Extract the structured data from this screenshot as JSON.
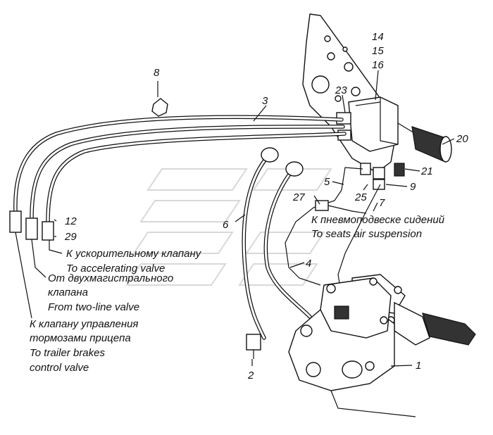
{
  "callouts": {
    "n1": "1",
    "n2": "2",
    "n3": "3",
    "n4": "4",
    "n5": "5",
    "n6": "6",
    "n7": "7",
    "n8": "8",
    "n9": "9",
    "n12": "12",
    "n14": "14",
    "n15": "15",
    "n16": "16",
    "n20": "20",
    "n21": "21",
    "n23": "23",
    "n25": "25",
    "n27": "27",
    "n29": "29"
  },
  "captions": {
    "seats_ru": "К пневмоподвеске сидений",
    "seats_en": "To seats air suspension",
    "accel_ru": "К ускорительному клапану",
    "accel_en": "To accelerating valve",
    "twoline_ru1": "От двухмагистрального",
    "twoline_ru2": "клапана",
    "twoline_en": "From two-line valve",
    "trailer_ru1": "К клапану управления",
    "trailer_ru2": "тормозами прицепа",
    "trailer_en1": "To trailer brakes",
    "trailer_en2": "control valve"
  }
}
